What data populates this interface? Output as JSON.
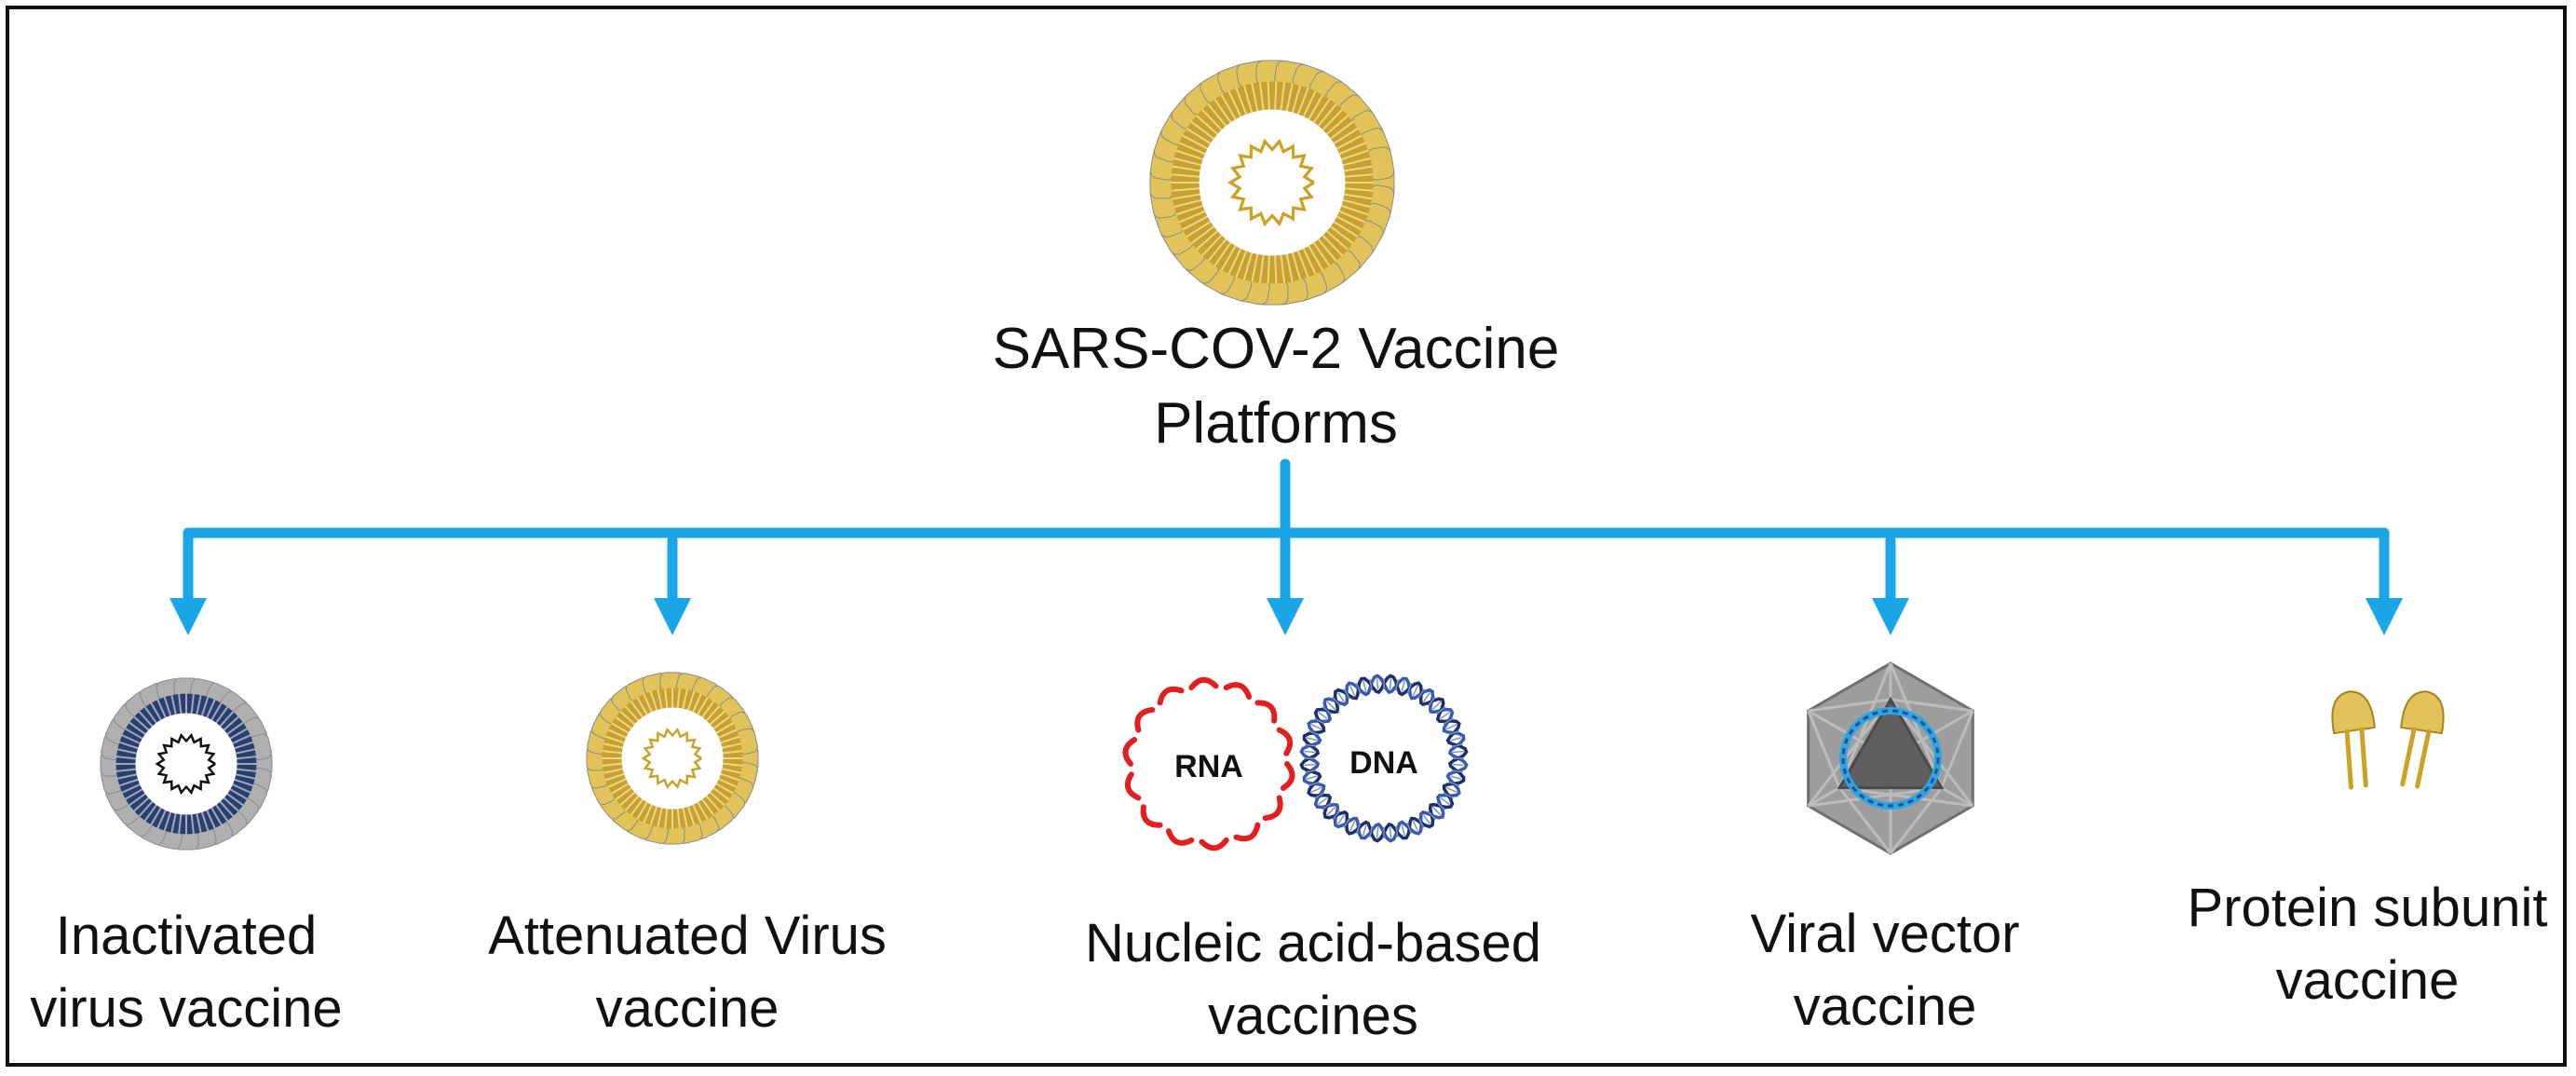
{
  "root": {
    "lines": [
      "SARS-COV-2 Vaccine",
      "Platforms"
    ]
  },
  "platforms": [
    {
      "id": "inactivated",
      "lines": [
        "Inactivated",
        "virus vaccine"
      ]
    },
    {
      "id": "attenuated",
      "lines": [
        "Attenuated Virus",
        "vaccine"
      ]
    },
    {
      "id": "nucleic",
      "lines": [
        "Nucleic acid-based",
        "vaccines"
      ],
      "icon_labels": [
        "RNA",
        "DNA"
      ]
    },
    {
      "id": "viral-vector",
      "lines": [
        "Viral vector",
        "vaccine"
      ]
    },
    {
      "id": "protein-subunit",
      "lines": [
        "Protein subunit",
        "vaccine"
      ]
    }
  ],
  "colors": {
    "connector": "#1aa6e6",
    "virus_gold": "#c9a227",
    "virus_gold_light": "#e2c35a",
    "inactivated_inner": "#2b3f6e",
    "inactivated_outer": "#9a9a9a",
    "rna_red": "#e02020",
    "dna_blue": "#3b5ba8",
    "capsid_gray": "#9d9d9d",
    "capsid_dark": "#6f6f6f"
  },
  "icons": [
    "coronavirus-icon",
    "inactivated-virus-icon",
    "attenuated-virus-icon",
    "rna-icon",
    "dna-icon",
    "viral-vector-icon",
    "protein-subunit-icon"
  ]
}
